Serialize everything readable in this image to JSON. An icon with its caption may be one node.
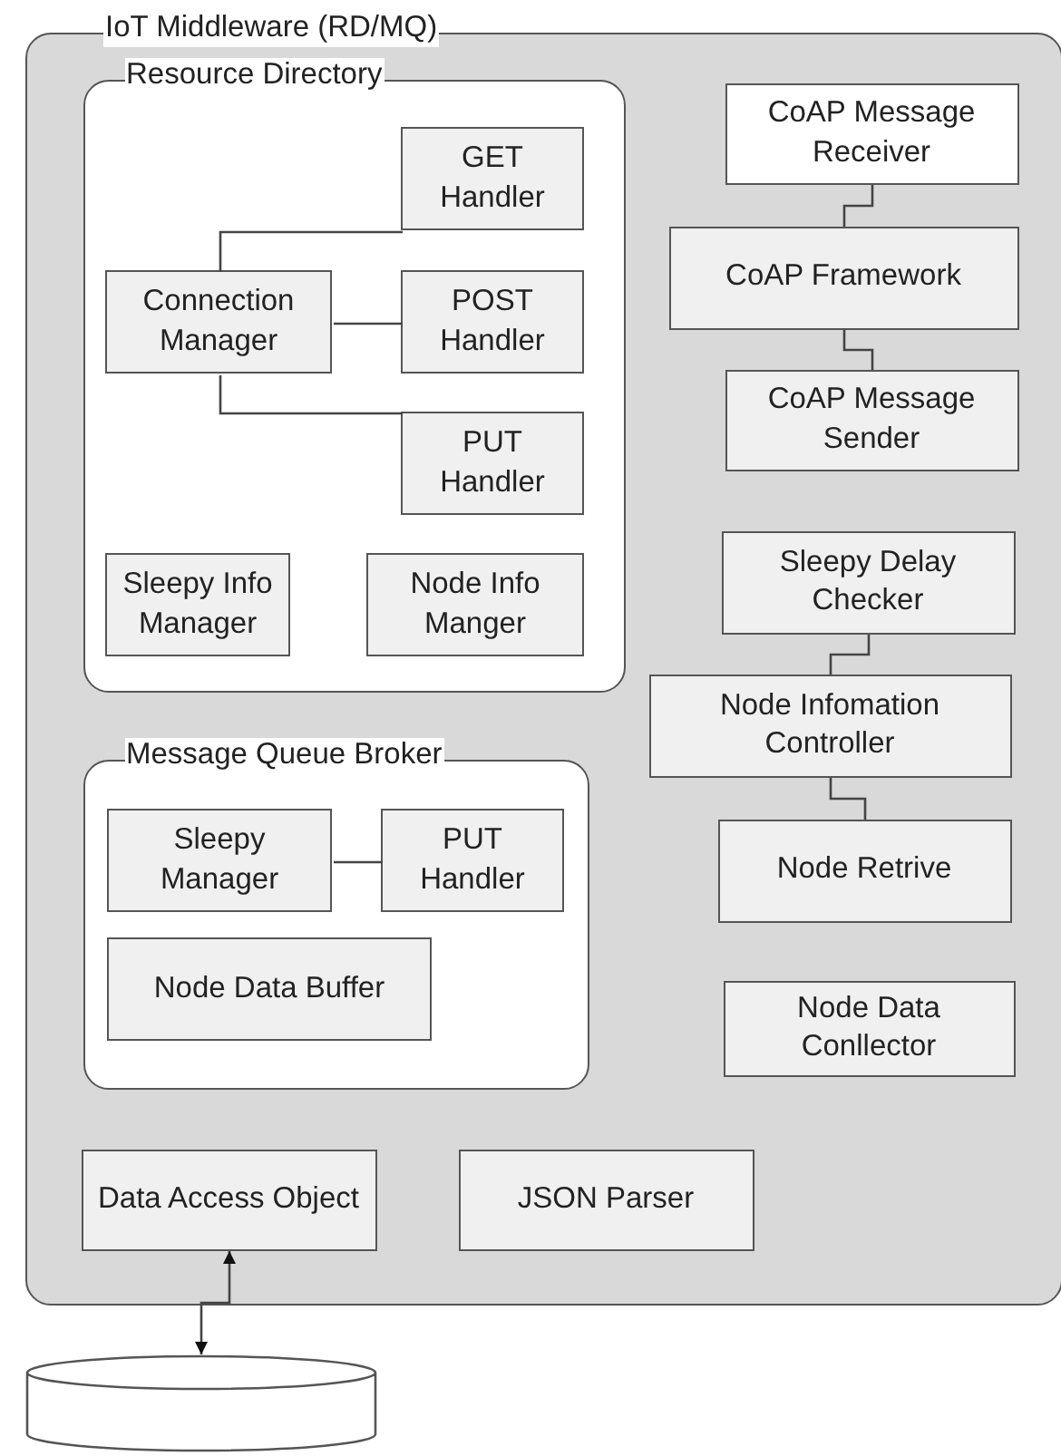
{
  "diagram": {
    "nodes": [
      {
        "text": [
          "IoT Middleware (RD/MQ)"
        ]
      },
      {
        "text": [
          "Resource Directory"
        ],
        "in": 0
      },
      {
        "text": [
          "GET Handler"
        ],
        "in": 1
      },
      {
        "text": [
          "Connection Manager"
        ],
        "in": 1
      },
      {
        "text": [
          "POST Handler"
        ],
        "in": 1
      },
      {
        "text": [
          "PUT Handler"
        ],
        "in": 1
      },
      {
        "text": [
          "Sleepy Info Manager"
        ],
        "in": 1
      },
      {
        "text": [
          "Node Info Manger"
        ],
        "in": 1
      },
      {
        "text": [
          "Message Queue Broker"
        ],
        "in": 0
      },
      {
        "text": [
          "Sleepy Manager"
        ],
        "in": 8
      },
      {
        "text": [
          "PUT Handler"
        ],
        "in": 8
      },
      {
        "text": [
          "Node Data Buffer"
        ],
        "in": 8
      },
      {
        "text": [
          "Data Access Object"
        ],
        "in": 0
      },
      {
        "text": [
          "JSON Parser"
        ],
        "in": 0
      },
      {
        "text": [
          "CoAP Message Receiver"
        ],
        "in": 0
      },
      {
        "text": [
          "CoAP Framework"
        ],
        "in": 0
      },
      {
        "text": [
          "CoAP Message Sender"
        ],
        "in": 0
      },
      {
        "text": [
          "Sleepy Delay Checker"
        ],
        "in": 0
      },
      {
        "text": [
          "Node Infomation Controller"
        ],
        "in": 0
      },
      {
        "text": [
          "Node Retrive"
        ],
        "in": 0
      },
      {
        "text": [
          "Node Data Conllector"
        ],
        "in": 0
      },
      {
        "text": [],
        "shape": "cylinder"
      }
    ],
    "edges": [
      {
        "from": 3,
        "to": 2,
        "arrow": "none"
      },
      {
        "from": 3,
        "to": 4,
        "arrow": "none"
      },
      {
        "from": 3,
        "to": 5,
        "arrow": "none"
      },
      {
        "from": 9,
        "to": 10,
        "arrow": "none"
      },
      {
        "from": 14,
        "to": 15,
        "arrow": "none"
      },
      {
        "from": 15,
        "to": 16,
        "arrow": "none"
      },
      {
        "from": 17,
        "to": 18,
        "arrow": "none"
      },
      {
        "from": 18,
        "to": 19,
        "arrow": "none"
      },
      {
        "from": 12,
        "to": 21,
        "arrow": "both"
      }
    ]
  }
}
